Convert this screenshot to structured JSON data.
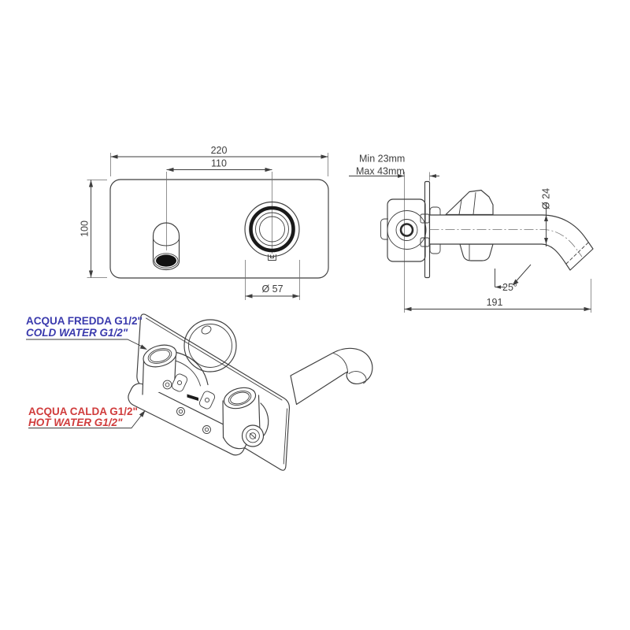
{
  "colors": {
    "line": "#3e3e3e",
    "cold": "#3a3aad",
    "hot": "#d03c3c"
  },
  "front_view": {
    "dim_width": "220",
    "dim_center_spacing": "110",
    "dim_height": "100",
    "dim_handle_diameter": "Ø 57"
  },
  "side_view": {
    "depth_min": "Min 23mm",
    "depth_max": "Max 43mm",
    "spout_diameter": "Ø 24",
    "spout_angle": "25°",
    "spout_length": "191"
  },
  "iso_view": {
    "cold_label_it": "ACQUA FREDDA G1/2\"",
    "cold_label_en": "COLD WATER G1/2\"",
    "hot_label_it": "ACQUA CALDA G1/2\"",
    "hot_label_en": "HOT WATER G1/2\""
  }
}
